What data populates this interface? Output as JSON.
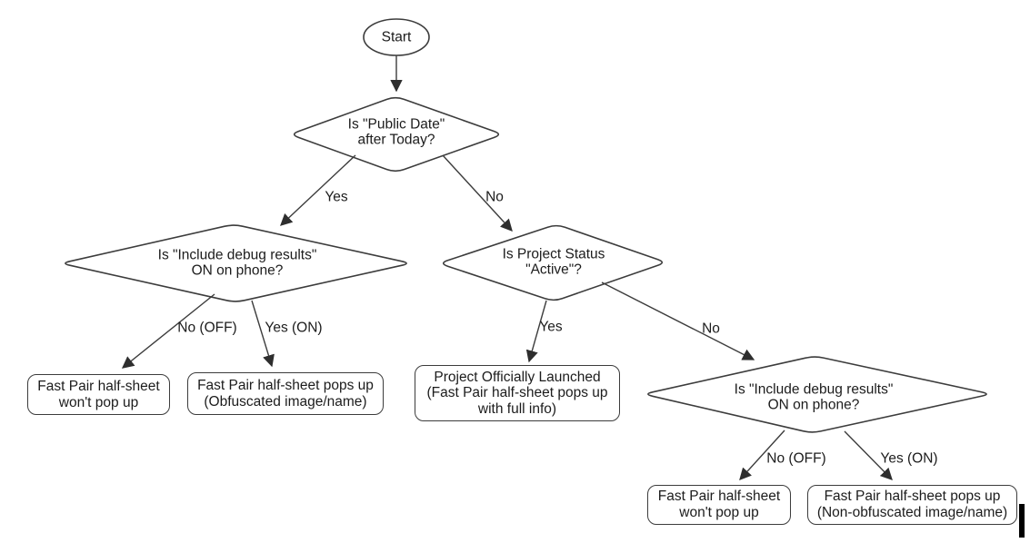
{
  "diagram": {
    "colors": {
      "background": "#ffffff",
      "stroke": "#3c3c3c",
      "text": "#1c1c1c"
    },
    "nodes": {
      "start": {
        "type": "oval",
        "label": "Start"
      },
      "public_date": {
        "type": "decision",
        "label": "Is \"Public Date\"\nafter Today?"
      },
      "debug_left": {
        "type": "decision",
        "label": "Is \"Include debug results\"\nON on phone?"
      },
      "project_status": {
        "type": "decision",
        "label": "Is Project Status\n\"Active\"?"
      },
      "debug_right": {
        "type": "decision",
        "label": "Is \"Include debug results\"\nON on phone?"
      },
      "no_popup_left": {
        "type": "terminal",
        "label": "Fast Pair half-sheet\nwon't pop up"
      },
      "obfuscated_popup": {
        "type": "terminal",
        "label": "Fast Pair half-sheet pops up\n(Obfuscated image/name)"
      },
      "launched": {
        "type": "terminal",
        "label": "Project Officially Launched\n(Fast Pair half-sheet pops up\nwith full info)"
      },
      "no_popup_right": {
        "type": "terminal",
        "label": "Fast Pair half-sheet\nwon't pop up"
      },
      "non_obfuscated_popup": {
        "type": "terminal",
        "label": "Fast Pair half-sheet pops up\n(Non-obfuscated image/name)"
      }
    },
    "edge_labels": {
      "public_date_yes": "Yes",
      "public_date_no": "No",
      "debug_left_no": "No (OFF)",
      "debug_left_yes": "Yes (ON)",
      "project_status_yes": "Yes",
      "project_status_no": "No",
      "debug_right_no": "No (OFF)",
      "debug_right_yes": "Yes (ON)"
    }
  }
}
